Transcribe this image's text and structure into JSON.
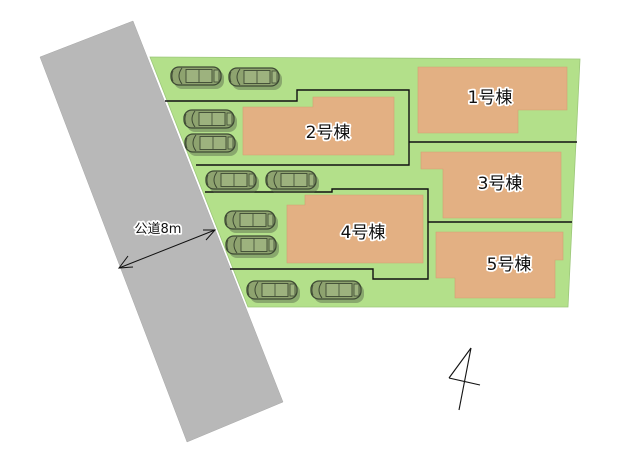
{
  "road": {
    "label": "公道8m",
    "color": "#b8b8b8"
  },
  "site": {
    "color": "#b3e08a"
  },
  "buildings": [
    {
      "id": "1",
      "label": "1号棟"
    },
    {
      "id": "2",
      "label": "2号棟"
    },
    {
      "id": "3",
      "label": "3号棟"
    },
    {
      "id": "4",
      "label": "4号棟"
    },
    {
      "id": "5",
      "label": "5号棟"
    }
  ],
  "building_color": "#e3b083",
  "car_color": "#8ea36f",
  "parking_spaces": 10,
  "north_arrow": {
    "icon": "north-arrow-icon"
  }
}
